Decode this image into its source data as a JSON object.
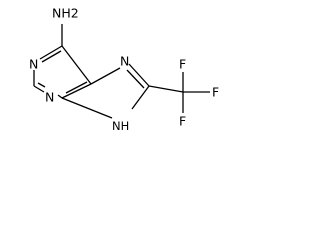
{
  "molecule": {
    "atoms": {
      "nh2": "NH2",
      "n1": "N",
      "n3": "N",
      "n7": "N",
      "nh9": "NH",
      "f_top": "F",
      "f_right": "F",
      "f_bottom": "F"
    }
  }
}
